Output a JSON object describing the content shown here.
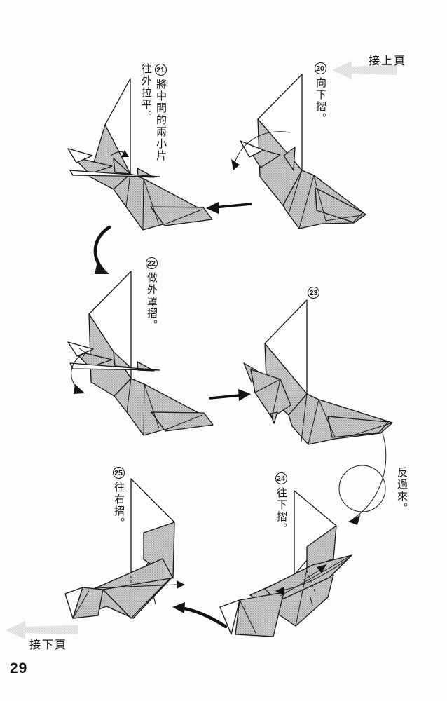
{
  "page": {
    "number": "29",
    "prev_link": "接上頁",
    "next_link": "接下頁",
    "turn_over_note": "反過來。",
    "colors": {
      "ink": "#141414",
      "paper_shade": "#d2d2d2",
      "nav_arrow_gray": "#e8e8e8",
      "background": "#fdfdfd"
    }
  },
  "steps": [
    {
      "num": "20",
      "instruction": "向下摺。"
    },
    {
      "num": "21",
      "instruction": "將中間的兩小片往外拉平。"
    },
    {
      "num": "22",
      "instruction": "做外罩摺。"
    },
    {
      "num": "23",
      "instruction": ""
    },
    {
      "num": "24",
      "instruction": "往下摺。"
    },
    {
      "num": "25",
      "instruction": "往右摺。"
    }
  ]
}
